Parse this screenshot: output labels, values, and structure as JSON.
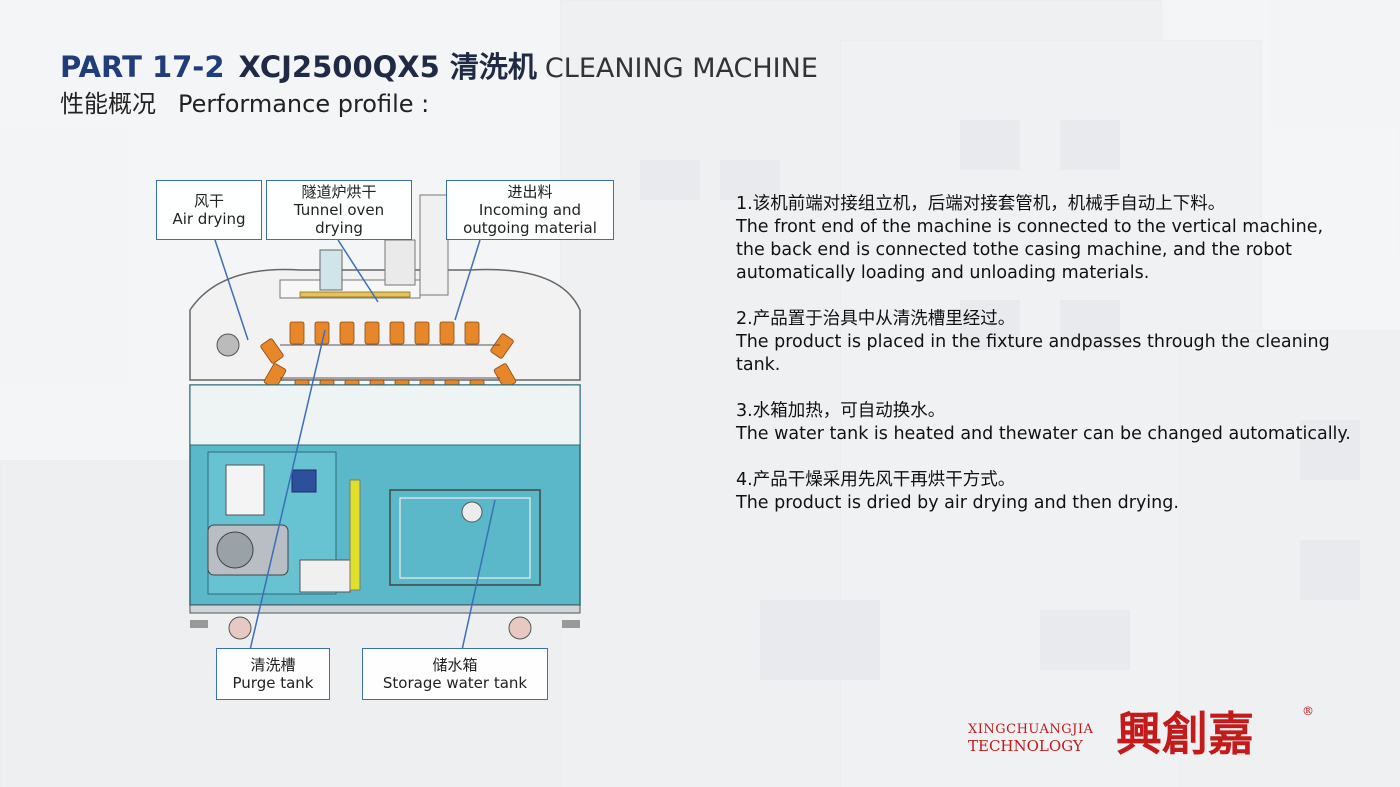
{
  "header": {
    "part": "PART 17-2",
    "model": "XCJ2500QX5 清洗机",
    "model_en": "CLEANING MACHINE",
    "subtitle_cn": "性能概况",
    "subtitle_en": "Performance profile :"
  },
  "labels": {
    "air_drying": {
      "cn": "风干",
      "en": "Air drying"
    },
    "tunnel_oven": {
      "cn": "隧道炉烘干",
      "en1": "Tunnel oven",
      "en2": "drying"
    },
    "incoming": {
      "cn": "进出料",
      "en1": "Incoming and",
      "en2": "outgoing material"
    },
    "purge_tank": {
      "cn": "清洗槽",
      "en": "Purge tank"
    },
    "storage_tank": {
      "cn": "储水箱",
      "en": "Storage water tank"
    }
  },
  "description": [
    {
      "cn": "1.该机前端对接组立机，后端对接套管机，机械手自动上下料。",
      "en": "The front end of the machine is connected to the vertical machine, the back end is connected tothe casing machine, and the robot automatically loading and unloading materials."
    },
    {
      "cn": "2.产品置于治具中从清洗槽里经过。",
      "en": "The product is placed in the fixture andpasses through the cleaning tank."
    },
    {
      "cn": "3.水箱加热，可自动换水。",
      "en": "The water tank is heated and thewater can be changed automatically."
    },
    {
      "cn": "4.产品干燥采用先风干再烘干方式。",
      "en": "The product is dried by air drying and then drying."
    }
  ],
  "brand": {
    "line1": "XINGCHUANGJIA",
    "line2": "TECHNOLOGY",
    "logo": "興創嘉",
    "reg": "®"
  },
  "colors": {
    "title_blue": "#1f3d7a",
    "label_border": "#3b6fb6",
    "machine_cyan": "#5bb8c9",
    "accent_orange": "#e8862a",
    "brand_red": "#c41a1a"
  }
}
